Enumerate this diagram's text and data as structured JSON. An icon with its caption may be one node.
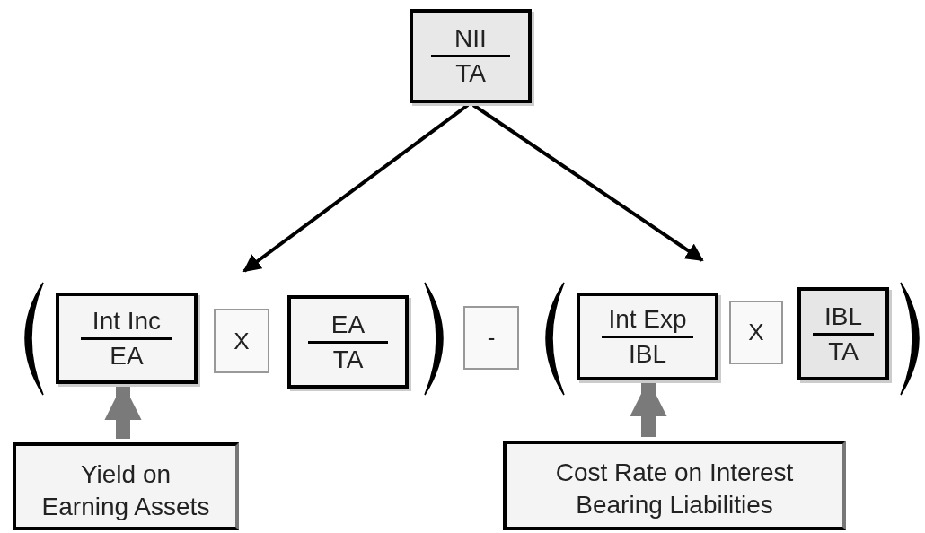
{
  "diagram": {
    "nodes": [
      {
        "text": [
          "NII",
          "TA"
        ]
      },
      {
        "text": [
          "Int Inc",
          "EA"
        ]
      },
      {
        "text": [
          "X"
        ]
      },
      {
        "text": [
          "EA",
          "TA"
        ]
      },
      {
        "text": [
          "-"
        ]
      },
      {
        "text": [
          "Int Exp",
          "IBL"
        ]
      },
      {
        "text": [
          "X"
        ]
      },
      {
        "text": [
          "IBL",
          "TA"
        ]
      },
      {
        "text": [
          "Yield on Earning Assets"
        ]
      },
      {
        "text": [
          "Cost Rate on Interest Bearing Liabilities"
        ]
      }
    ],
    "edges": [
      {
        "from": 0,
        "to": null,
        "arrow": "to"
      },
      {
        "from": 0,
        "to": null,
        "arrow": "to"
      },
      {
        "from": 8,
        "to": 1,
        "arrow": "to",
        "style": "thick",
        "color": "#7a7a7a"
      },
      {
        "from": 9,
        "to": 5,
        "arrow": "to",
        "style": "thick",
        "color": "#7a7a7a"
      }
    ]
  }
}
